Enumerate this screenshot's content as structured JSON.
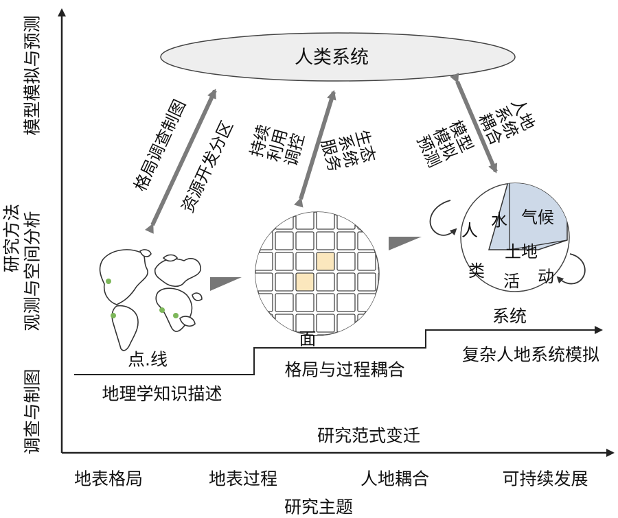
{
  "axes": {
    "x_title": "研究主题",
    "y_title": "研究方法",
    "x_categories": [
      "地表格局",
      "地表过程",
      "人地耦合",
      "可持续发展"
    ],
    "y_levels": [
      "调查与制图",
      "观测与空间分析",
      "模型模拟与预测"
    ]
  },
  "human_system": "人类系统",
  "arrow_labels": {
    "left_a": "格局调查制图",
    "left_b": "资源开发分区",
    "mid_a": "持续利用调控",
    "mid_b": "生态系统服务",
    "right_a": "人地系统耦合",
    "right_b": "模型模拟预测"
  },
  "stages": {
    "s1_top": "点.线",
    "s1_bottom": "地理学知识描述",
    "s2_top": "面",
    "s2_bottom": "格局与过程耦合",
    "s3_top": "系统",
    "s3_bottom": "复杂人地系统模拟"
  },
  "system_sphere": {
    "water": "水",
    "climate": "气候",
    "land": "土地",
    "human_chars": [
      "人",
      "类",
      "活",
      "动"
    ]
  },
  "paradigm": "研究范式变迁",
  "colors": {
    "ink": "#222222",
    "arrow_gray": "#7b7b7b",
    "ellipse_fill": "#eeeeee",
    "grid_highlight": "#fbe7bd",
    "cube_fill": "#cdd9e8",
    "land_dot": "#7db75a"
  }
}
